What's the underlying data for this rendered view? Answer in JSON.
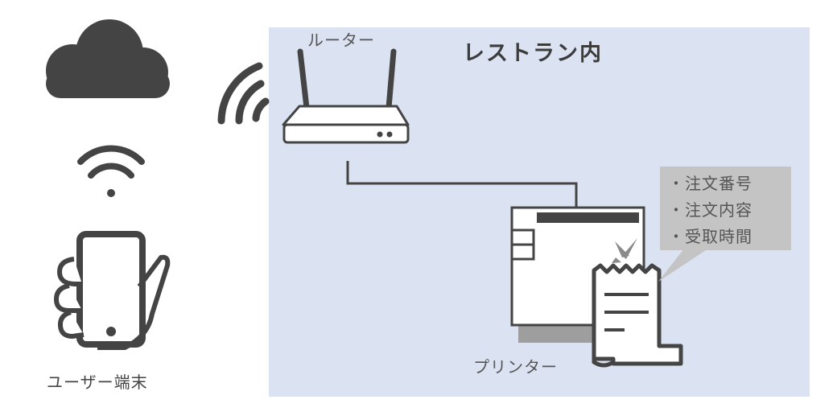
{
  "zone": {
    "title": "レストラン内"
  },
  "router": {
    "label": "ルーター"
  },
  "printer": {
    "label": "プリンター"
  },
  "device": {
    "label": "ユーザー端末"
  },
  "bubble": {
    "items": [
      "・注文番号",
      "・注文内容",
      "・受取時間"
    ]
  },
  "icons": [
    "cloud-icon",
    "wifi-icon",
    "router-icon",
    "printer-icon",
    "receipt-icon",
    "smartphone-icon"
  ],
  "colors": {
    "zone_bg": "#dbe3f2",
    "icon": "#444444",
    "bubble": "#c4c4c4"
  }
}
